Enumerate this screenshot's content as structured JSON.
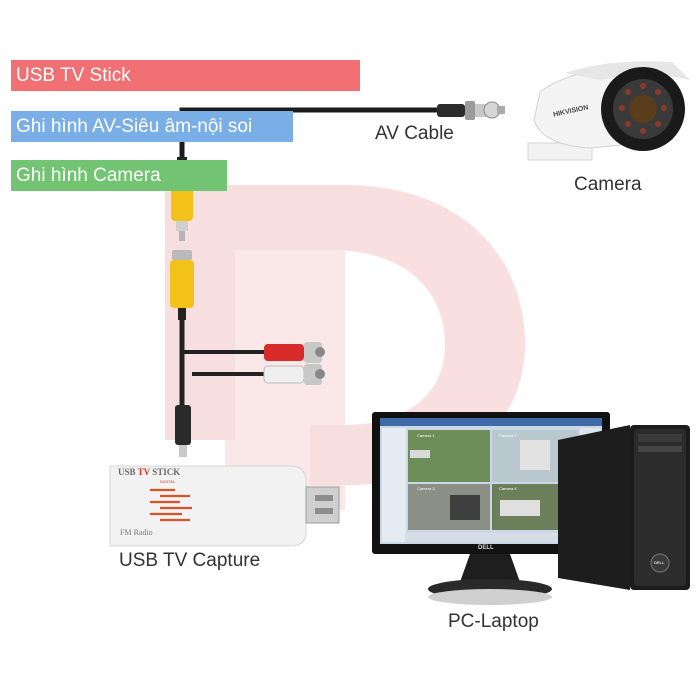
{
  "banners": {
    "usb_tv_stick": "USB TV Stick",
    "av_recording": "Ghi hình AV-Siêu âm-nội soi",
    "camera_recording": "Ghi hình Camera"
  },
  "labels": {
    "av_cable": "AV Cable",
    "camera": "Camera",
    "usb_tv_capture": "USB TV Capture",
    "pc_laptop": "PC-Laptop"
  },
  "device_text": {
    "stick_brand_a": "USB ",
    "stick_brand_b": "TV",
    "stick_brand_c": " STICK",
    "stick_digital": "DIGITAL",
    "stick_fm": "FM Radio",
    "camera_brand": "HIKVISION",
    "monitor_brand": "DELL",
    "pc_brand": "DELL",
    "cam_labels": [
      "Camera 1",
      "Camera 2",
      "Camera 3",
      "Camera 4"
    ]
  },
  "colors": {
    "banner_red": "#f07073",
    "banner_blue": "#7aaee6",
    "banner_green": "#72c472",
    "watermark": "#f6cfcf",
    "rca_yellow": "#f3c21a",
    "rca_red": "#d82a2a",
    "rca_white": "#efefef"
  }
}
